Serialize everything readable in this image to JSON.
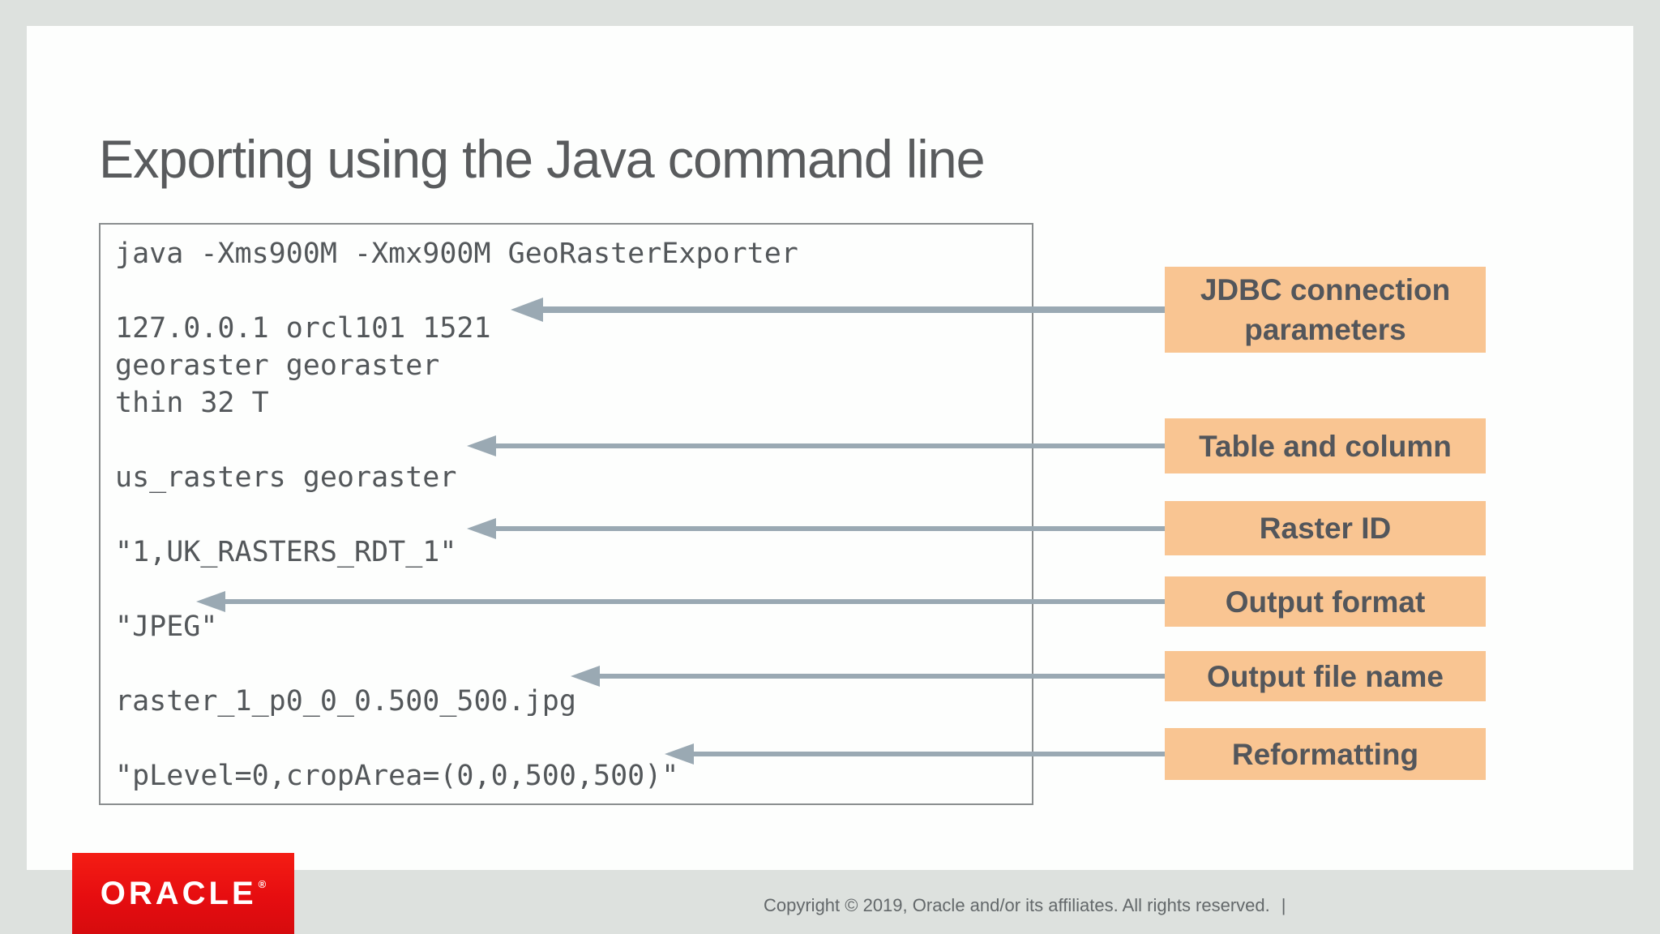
{
  "slide": {
    "title": "Exporting using the Java command line",
    "code": [
      "java -Xms900M -Xmx900M GeoRasterExporter",
      "",
      "127.0.0.1 orcl101 1521",
      "georaster georaster",
      "thin 32 T",
      "",
      "us_rasters georaster",
      "",
      "\"1,UK_RASTERS_RDT_1\"",
      "",
      "\"JPEG\"",
      "",
      "raster_1_p0_0_0.500_500.jpg",
      "",
      "\"pLevel=0,cropArea=(0,0,500,500)\""
    ],
    "callouts": [
      {
        "text": "JDBC connection parameters"
      },
      {
        "text": "Table and column"
      },
      {
        "text": "Raster ID"
      },
      {
        "text": "Output format"
      },
      {
        "text": "Output file name"
      },
      {
        "text": "Reformatting"
      }
    ]
  },
  "footer": {
    "logo_text": "ORACLE",
    "logo_mark": "®",
    "copyright": "Copyright © 2019, Oracle and/or its affiliates. All rights reserved.",
    "divider": "|"
  },
  "colors": {
    "background": "#dde1de",
    "callout_orange": "#f9c592",
    "arrow_blue_gray": "#9aa9b3",
    "oracle_red": "#e60d10",
    "text_gray": "#53575a"
  }
}
